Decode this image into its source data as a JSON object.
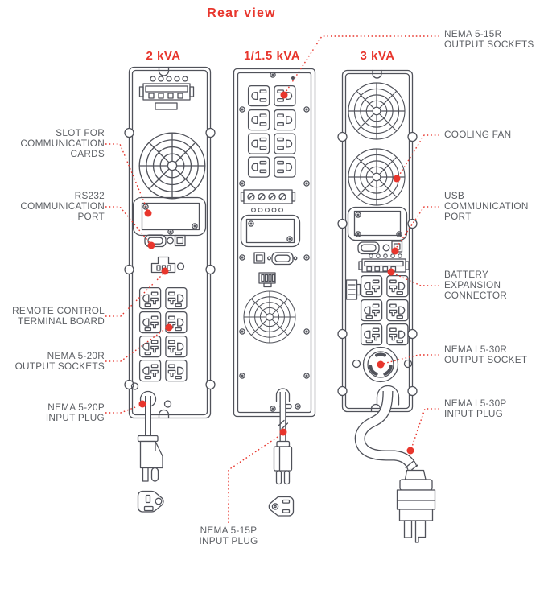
{
  "title": "Rear view",
  "colors": {
    "accent_red": "#e8362d",
    "line": "#50525a",
    "label_text": "#5c5f64",
    "background": "#ffffff"
  },
  "models": [
    {
      "id": "2kva",
      "label": "2 kVA"
    },
    {
      "id": "1-1_5kva",
      "label": "1/1.5 kVA"
    },
    {
      "id": "3kva",
      "label": "3 kVA"
    }
  ],
  "callouts_left": [
    {
      "id": "comm-card-slot",
      "label": "SLOT FOR\nCOMMUNICATION\nCARDS"
    },
    {
      "id": "rs232-port",
      "label": "RS232\nCOMMUNICATION\nPORT"
    },
    {
      "id": "remote-terminal",
      "label": "REMOTE CONTROL\nTERMINAL BOARD"
    },
    {
      "id": "nema-5-20r",
      "label": "NEMA 5-20R\nOUTPUT SOCKETS"
    },
    {
      "id": "nema-5-20p",
      "label": "NEMA 5-20P\nINPUT PLUG"
    }
  ],
  "callouts_right": [
    {
      "id": "nema-5-15r",
      "label": "NEMA 5-15R\nOUTPUT SOCKETS"
    },
    {
      "id": "cooling-fan",
      "label": "COOLING FAN"
    },
    {
      "id": "usb-port",
      "label": "USB\nCOMMUNICATION\nPORT"
    },
    {
      "id": "battery-expansion",
      "label": "BATTERY\nEXPANSION\nCONNECTOR"
    },
    {
      "id": "nema-l5-30r",
      "label": "NEMA L5-30R\nOUTPUT SOCKET"
    },
    {
      "id": "nema-l5-30p",
      "label": "NEMA L5-30P\nINPUT PLUG"
    }
  ],
  "callout_bottom": {
    "id": "nema-5-15p",
    "label": "NEMA 5-15P\nINPUT PLUG"
  }
}
